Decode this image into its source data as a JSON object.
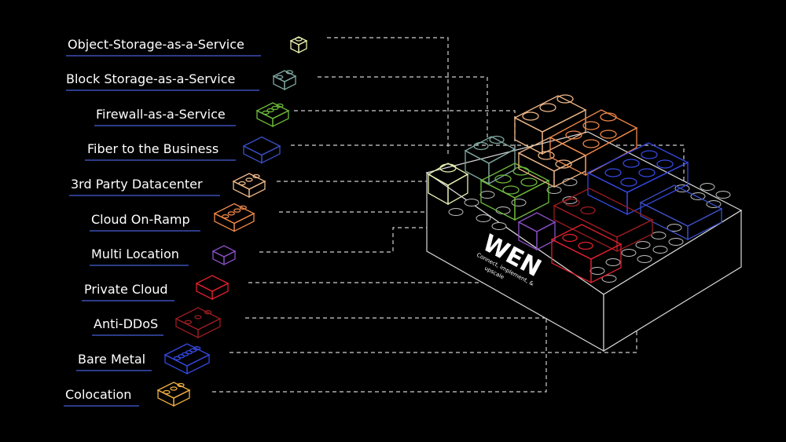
{
  "diagram": {
    "product": {
      "name": "WEN",
      "tagline_line1": "Connect, implement, &",
      "tagline_line2": "upscale"
    },
    "services": [
      {
        "label": "Object-Storage-as-a-Service",
        "color": "#e8f0b0"
      },
      {
        "label": "Block Storage-as-a-Service",
        "color": "#7fa8a0"
      },
      {
        "label": "Firewall-as-a-Service",
        "color": "#6dbb3c"
      },
      {
        "label": "Fiber to the Business",
        "color": "#3a4fc4"
      },
      {
        "label": "3rd Party Datacenter",
        "color": "#f0b888"
      },
      {
        "label": "Cloud On-Ramp",
        "color": "#f0884a"
      },
      {
        "label": "Multi Location",
        "color": "#8a4fc4"
      },
      {
        "label": "Private Cloud",
        "color": "#e0202c"
      },
      {
        "label": "Anti-DDoS",
        "color": "#9a1c20"
      },
      {
        "label": "Bare Metal",
        "color": "#3548e0"
      },
      {
        "label": "Colocation",
        "color": "#f0b040"
      }
    ]
  }
}
